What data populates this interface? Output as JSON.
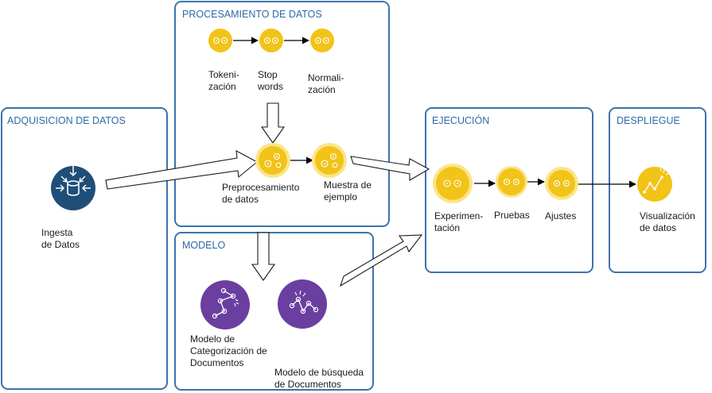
{
  "panels": {
    "adquisicion": "ADQUISICION DE DATOS",
    "procesamiento": "PROCESAMIENTO DE DATOS",
    "modelo": "MODELO",
    "ejecucion": "EJECUCIÓN",
    "despliegue": "DESPLIEGUE"
  },
  "nodes": {
    "ingesta": [
      "Ingesta",
      "de Datos"
    ],
    "tokenizacion": [
      "Tokeni-",
      "zación"
    ],
    "stopwords": [
      "Stop",
      "words"
    ],
    "normalizacion": [
      "Normali-",
      "zación"
    ],
    "preprocesamiento": [
      "Preprocesamiento",
      "de datos"
    ],
    "muestra": [
      "Muestra de",
      "ejemplo"
    ],
    "categorizacion": [
      "Modelo de",
      "Categorización de",
      "Documentos"
    ],
    "busqueda": [
      "Modelo de búsqueda",
      "de Documentos"
    ],
    "experimentacion": [
      "Experimen-",
      "tación"
    ],
    "pruebas": [
      "Pruebas"
    ],
    "ajustes": [
      "Ajustes"
    ],
    "visualizacion": [
      "Visualización",
      "de datos"
    ]
  },
  "colors": {
    "panel_border": "#3d73ad",
    "panel_title": "#2f6aa6",
    "yellow": "#f2c318",
    "yellow_ring": "#fbe58a",
    "purple": "#6a3fa0",
    "navy": "#1f4e79"
  },
  "icons": {
    "ingesta": "database-inflow-icon",
    "process": "gears-icon",
    "model": "graph-network-icon",
    "visualizacion": "chart-line-icon"
  }
}
